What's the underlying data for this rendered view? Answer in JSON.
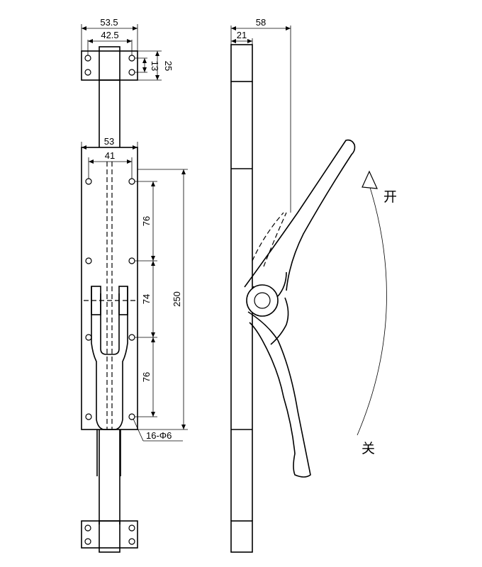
{
  "dimensions": {
    "top_plate_outer_width": "53.5",
    "top_plate_hole_spacing": "42.5",
    "top_plate_height": "25",
    "top_plate_hole_vertical": "13",
    "main_plate_outer_width": "53",
    "main_plate_hole_spacing": "41",
    "hole_pitch_upper": "76",
    "hole_pitch_middle": "74",
    "hole_pitch_lower": "76",
    "main_plate_length": "250",
    "hole_callout": "16-Φ6",
    "side_total_depth": "58",
    "side_rod_width": "21"
  },
  "labels": {
    "open": "开",
    "close": "关"
  }
}
